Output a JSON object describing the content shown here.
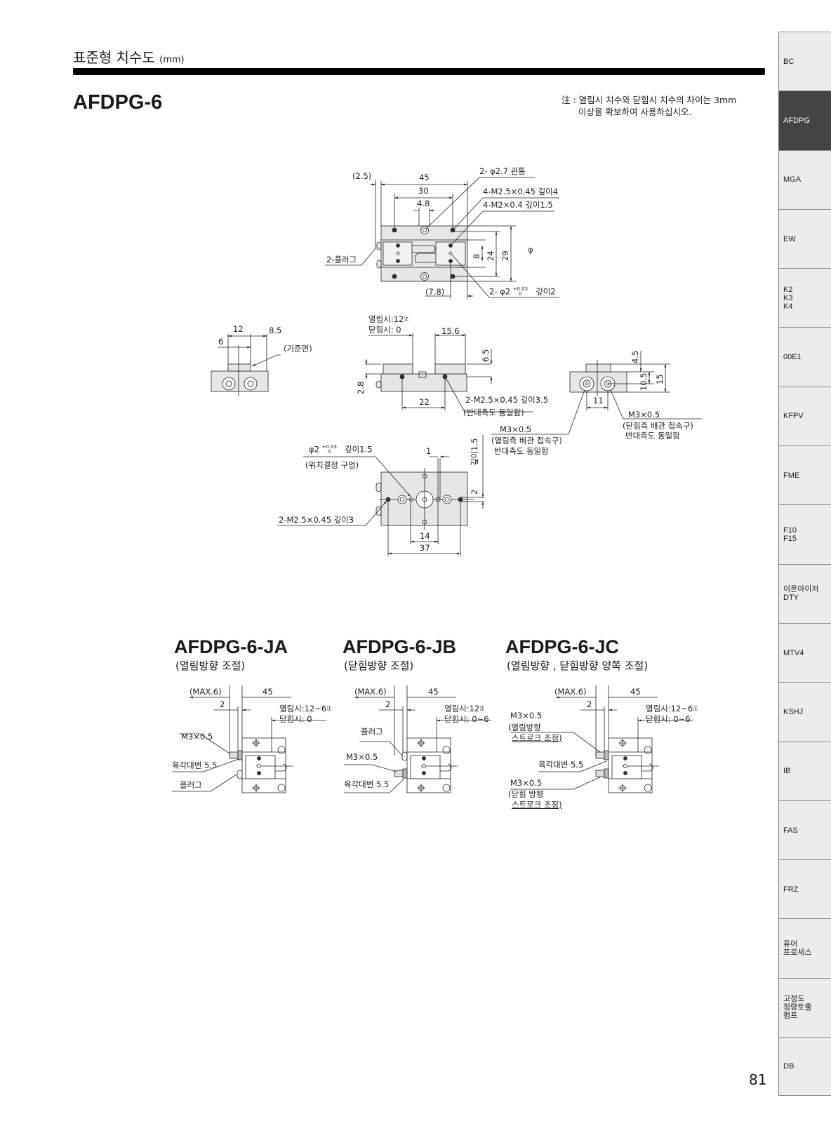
{
  "header": {
    "section_title": "표준형 치수도",
    "unit": "(mm)"
  },
  "model": {
    "title": "AFDPG-6"
  },
  "note": {
    "line1": "注 : 열림시 치수와 닫힘시 치수의 차이는 3mm",
    "line2": "이상을 확보하여 사용하십시오."
  },
  "top_view": {
    "d_2_5": "(2.5)",
    "d_45": "45",
    "d_30": "30",
    "d_4_8": "4.8",
    "hole_through": "2- φ2.7  관통",
    "tap_m25": "4-M2.5×0.45 깊이4",
    "tap_m2": "4-M2×0.4  깊이1.5",
    "plug": "2-플러그",
    "d_8": "8",
    "d_24": "24",
    "d_29": "29",
    "phi": "φ",
    "d_7_8": "(7.8)",
    "pin_hole": "2- φ2",
    "pin_tol_up": "+0.03",
    "pin_tol_low": "0",
    "pin_depth": "깊이2"
  },
  "side_views": {
    "d_12": "12",
    "d_8_5": "8.5",
    "d_6": "6",
    "ref_face": "(기준면)",
    "open": "열림시:12",
    "note_mark": "注",
    "close": "닫힘시:  0",
    "d_15_6": "15.6",
    "d_6_5": "6.5",
    "d_2_8": "2.8",
    "d_22": "22",
    "tap_side": "2-M2.5×0.45 깊이3.5",
    "same_other": "(반대측도 동일함)",
    "d_11": "11",
    "d_4_5": "4.5",
    "d_10_5": "10.5",
    "d_15": "15",
    "port_close": "M3×0.5",
    "port_close_desc": "(닫힘측 배관 접속구)",
    "port_close_same": "반대측도 동일함",
    "port_open": "M3×0.5",
    "port_open_desc": "(열림측 배관 접속구)",
    "port_open_same": "반대측도 동일함"
  },
  "bottom_view": {
    "pin": "φ2",
    "pin_tol_up": "+0.03",
    "pin_tol_low": "0",
    "pin_depth": "깊이1.5",
    "pin_desc": "(위치결정 구멍)",
    "d_1": "1",
    "depth_v": "깊이1.5",
    "v_pin": "2",
    "tap": "2-M2.5×0.45 깊이3",
    "d_14": "14",
    "d_37": "37"
  },
  "variants": [
    {
      "title": "AFDPG-6-JA",
      "caption": "(열림방향 조절)",
      "max": "(MAX.6)",
      "d_45": "45",
      "d_2": "2",
      "open": "열림시:12~6",
      "note_mark": "注",
      "close": "닫힘시:  0",
      "bolt": "M3×0.5",
      "hex": "육각대변  5.5",
      "plug": "플러그"
    },
    {
      "title": "AFDPG-6-JB",
      "caption": "(닫힘방향 조절)",
      "max": "(MAX.6)",
      "d_45": "45",
      "d_2": "2",
      "open": "열림시:12",
      "note_mark": "注",
      "close": "닫힘시:  0~6",
      "plug": "플러그",
      "bolt": "M3×0.5",
      "hex": "육각대변 5.5"
    },
    {
      "title": "AFDPG-6-JC",
      "caption": "(열림방향 , 닫힘방향 양쪽 조절)",
      "max": "(MAX.6)",
      "d_45": "45",
      "d_2": "2",
      "open": "열림시:12~6",
      "note_mark": "注",
      "close": "닫힘시:  0~6",
      "bolt_open": "M3×0.5",
      "bolt_open_desc1": "(열림방향",
      "bolt_open_desc2": "스트로크 조정)",
      "hex": "육각대변  5.5",
      "bolt_close": "M3×0.5",
      "bolt_close_desc1": "(닫힘 방향",
      "bolt_close_desc2": "스트로크 조정)"
    }
  ],
  "side_tabs": [
    {
      "label": "BC"
    },
    {
      "label": "AFDPG",
      "active": true
    },
    {
      "label": "MGA"
    },
    {
      "label": "EW"
    },
    {
      "label": "K2\nK3\nK4"
    },
    {
      "label": "00E1"
    },
    {
      "label": "KFPV"
    },
    {
      "label": "FME"
    },
    {
      "label": "F10\nF15"
    },
    {
      "label": "이온아이저\nDTY"
    },
    {
      "label": "MTV4"
    },
    {
      "label": "KSHJ"
    },
    {
      "label": "IB"
    },
    {
      "label": "FAS"
    },
    {
      "label": "FRZ"
    },
    {
      "label": "퓨어\n프로세스"
    },
    {
      "label": "고정도\n정량토출\n펌프"
    },
    {
      "label": "DB"
    }
  ],
  "page_number": "81"
}
